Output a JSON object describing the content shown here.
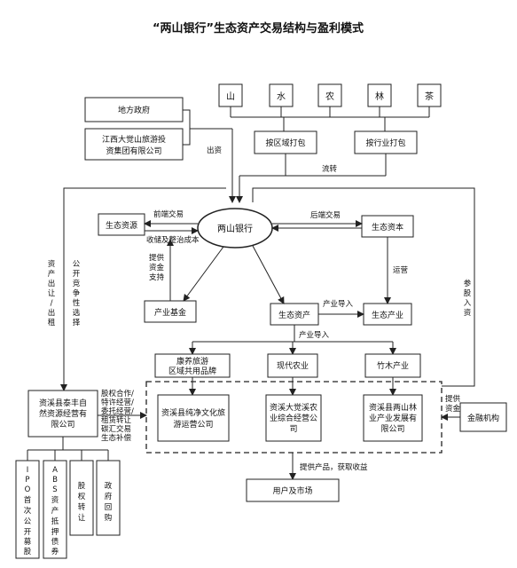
{
  "title": "“两山银行”生态资产交易结构与盈利模式",
  "top_resources": [
    "山",
    "水",
    "农",
    "林",
    "茶"
  ],
  "boxes": {
    "local_gov": "地方政府",
    "jiangxi_group_1": "江西大觉山旅游投",
    "jiangxi_group_2": "资集团有限公司",
    "regional_pack": "按区域打包",
    "industry_pack": "按行业打包",
    "eco_resource": "生态资源",
    "liangshan_bank": "两山银行",
    "eco_capital": "生态资本",
    "industry_fund": "产业基金",
    "eco_asset": "生态资产",
    "eco_industry": "生态产业",
    "kangyang_1": "康养旅游",
    "kangyang_2": "区域共用品牌",
    "modern_agri": "现代农业",
    "bamboo": "竹木产业",
    "taifeng_1": "资溪县泰丰自",
    "taifeng_2": "然资源经营有",
    "taifeng_3": "限公司",
    "chunjing_1": "资溪县纯净文化旅",
    "chunjing_2": "游运营公司",
    "dajue_1": "资溪大觉溪农",
    "dajue_2": "业综合经营公",
    "dajue_3": "司",
    "lianglin_1": "资溪县两山林",
    "lianglin_2": "业产业发展有",
    "lianglin_3": "限公司",
    "finance": "金融机构",
    "users_market": "用户及市场",
    "ipo": "IPO首次公开募股",
    "abs": "ABS资产抵押债券",
    "equity": "股权转让",
    "buyback": "政府回购"
  },
  "labels": {
    "invest": "出资",
    "circulate": "流转",
    "front_trade": "前端交易",
    "back_trade": "后端交易",
    "acquire_cost": "收储及整治成本",
    "provide_fund_1": "提供",
    "provide_fund_2": "资金",
    "provide_fund_3": "支持",
    "operate": "运营",
    "industry_in_1": "产业导入",
    "industry_in_2": "产业导入",
    "asset_transfer": "资产出让/出租",
    "public_bid": "公开竞争性选择",
    "participate_capital": "参股入资",
    "provide_capital_1": "提供",
    "provide_capital_2": "资金",
    "provide_products": "提供产品，获取收益",
    "cooperation_1": "股权合作/",
    "cooperation_2": "特许经营/",
    "cooperation_3": "委托经营/",
    "cooperation_4": "租赁转让",
    "cooperation_5": "碳汇交易",
    "cooperation_6": "生态补偿"
  }
}
